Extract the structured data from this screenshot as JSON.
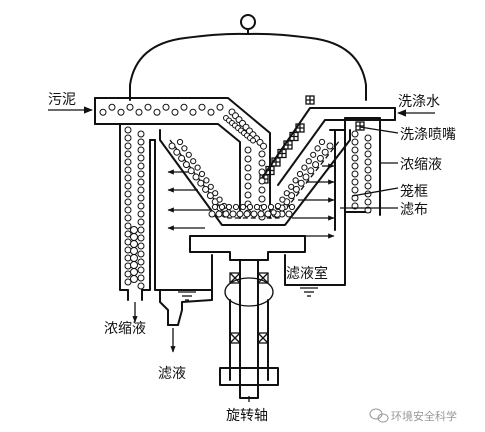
{
  "labels": {
    "sludge": "污泥",
    "wash_water": "洗涤水",
    "wash_nozzle": "洗涤喷嘴",
    "concentrate_right": "浓缩液",
    "basket": "笼框",
    "filter_cloth": "滤布",
    "filtrate_chamber": "滤液室",
    "concentrate_left": "浓缩液",
    "filtrate": "滤液",
    "rotating_shaft": "旋转轴"
  },
  "watermark": "环境安全科学",
  "icons": {
    "watermark_logo": "wechat-logo-icon",
    "nozzle": "cross-nozzle-icon",
    "bearing": "crossed-box-icon",
    "water_level": "water-level-icon",
    "flow_arrow": "arrow-icon"
  },
  "colors": {
    "line": "#111111",
    "background": "#ffffff",
    "watermark": "#999999"
  }
}
